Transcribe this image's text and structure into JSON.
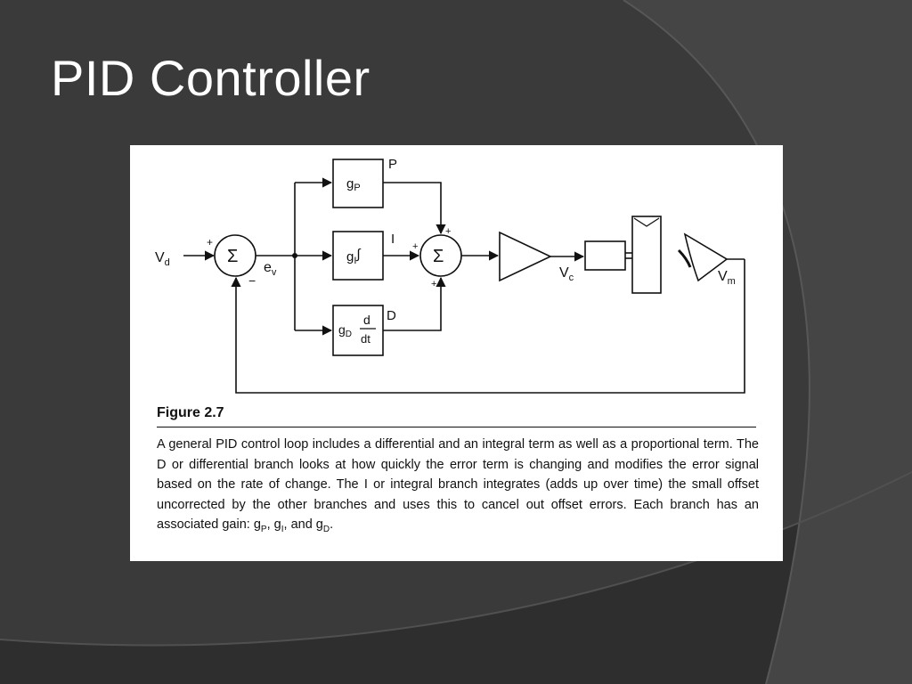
{
  "slide": {
    "title": "PID Controller"
  },
  "figure": {
    "heading": "Figure 2.7",
    "caption_text": "A general PID control loop includes a differential and an integral term as well as a proportional term. The D or differential branch looks at how quickly the error term is changing and modifies the error signal based on the rate of change. The I or integral branch integrates (adds up over time) the small offset uncorrected by the other branches and uses this to cancel out offset errors. Each branch has an associated gain:",
    "gains": [
      {
        "base": "g",
        "sub": "P"
      },
      {
        "base": "g",
        "sub": "I"
      },
      {
        "base": "g",
        "sub": "D"
      }
    ],
    "gain_separator": ",",
    "gain_conjunction": "and"
  },
  "diagram": {
    "input_label": {
      "main": "V",
      "sub": "d"
    },
    "error_label": {
      "main": "e",
      "sub": "v"
    },
    "output_label": {
      "main": "V",
      "sub": "c"
    },
    "measured_label": {
      "main": "V",
      "sub": "m"
    },
    "summer_symbol": "Σ",
    "sign_plus": "+",
    "sign_minus": "−",
    "branch_p": {
      "label": "P",
      "gain_main": "g",
      "gain_sub": "P"
    },
    "branch_i": {
      "label": "I",
      "gain_main": "g",
      "gain_sub": "I",
      "operator": "∫"
    },
    "branch_d": {
      "label": "D",
      "gain_main": "g",
      "gain_sub": "D",
      "numerator": "d",
      "denominator": "dt"
    }
  }
}
